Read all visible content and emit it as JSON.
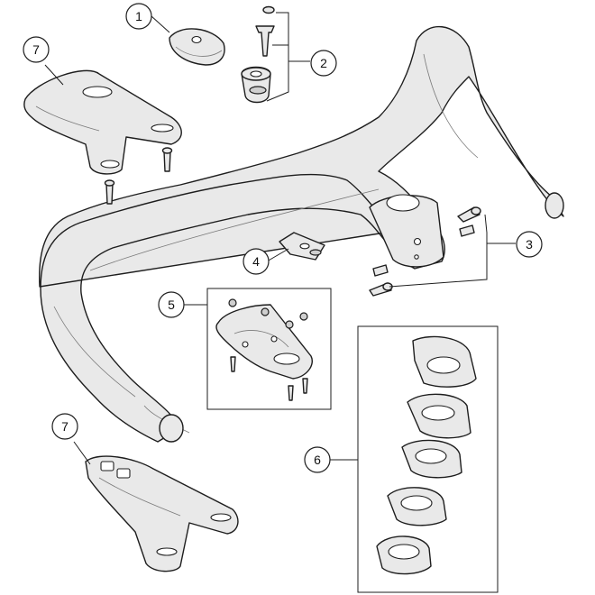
{
  "callouts": {
    "c1": "1",
    "c2": "2",
    "c3": "3",
    "c4": "4",
    "c5": "5",
    "c6": "6",
    "c7_top": "7",
    "c7_bottom": "7"
  },
  "colors": {
    "part_fill": "#e9e9e9",
    "outline": "#1e1e1e",
    "background": "#ffffff"
  }
}
